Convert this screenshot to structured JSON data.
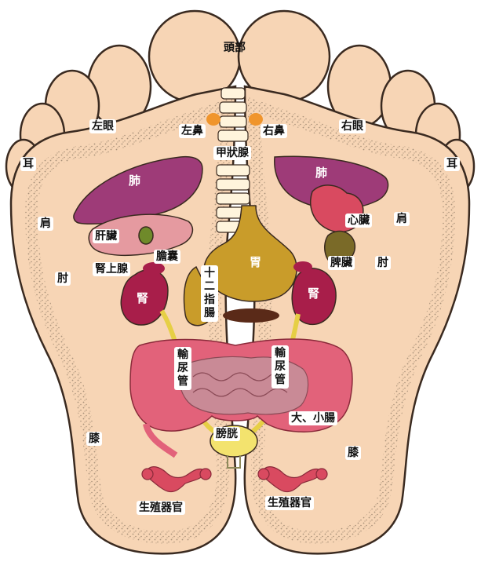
{
  "labels": {
    "head": "頭部",
    "left_eye": "左眼",
    "right_eye": "右眼",
    "left_nose": "左鼻",
    "right_nose": "右鼻",
    "thyroid": "甲狀腺",
    "ear_left": "耳",
    "ear_right": "耳",
    "lung_left": "肺",
    "lung_right": "肺",
    "shoulder_left": "肩",
    "shoulder_right": "肩",
    "liver": "肝臟",
    "heart": "心臟",
    "gallbladder": "膽囊",
    "spleen": "脾臟",
    "elbow_left": "肘",
    "elbow_right": "肘",
    "adrenal": "腎上腺",
    "stomach": "胃",
    "duodenum": "十二指腸",
    "kidney_left": "腎",
    "kidney_right": "腎",
    "ureter_left": "輸尿管",
    "ureter_right": "輸尿管",
    "intestines": "大、小腸",
    "bladder": "膀胱",
    "knee_left": "膝",
    "knee_right": "膝",
    "genitals_left": "生殖器官",
    "genitals_right": "生殖器官"
  },
  "colors": {
    "skin": "#f7d5b5",
    "outline": "#3a2a20",
    "stipple": "#b8a490",
    "lung": "#9e3b78",
    "liver": "#e59aa0",
    "stomach": "#c99c2a",
    "kidney": "#a81e4a",
    "intestine": "#e2627a",
    "small_intestine": "#c98a96",
    "bladder": "#f3e36e",
    "nose": "#f0952c",
    "spleen": "#7a6a28",
    "heart": "#d94a60",
    "gallbladder": "#6f8a2a",
    "spine": "#fff4dc"
  }
}
